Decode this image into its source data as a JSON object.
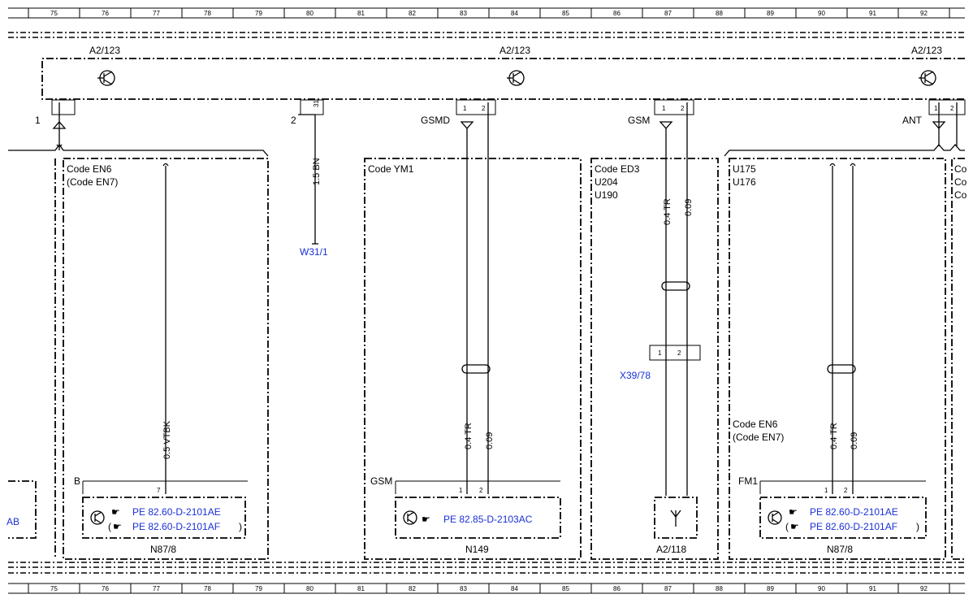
{
  "grid": [
    "75",
    "76",
    "77",
    "78",
    "79",
    "80",
    "81",
    "82",
    "83",
    "84",
    "85",
    "86",
    "87",
    "88",
    "89",
    "90",
    "91",
    "92"
  ],
  "top_module": {
    "label_left": "A2/123",
    "label_mid": "A2/123",
    "label_right": "A2/123"
  },
  "top_pins": {
    "pin_left_number": "1",
    "pin_mid_number": "2",
    "pin_31": "31",
    "gsmd": "GSMD",
    "gsm": "GSM",
    "ant": "ANT",
    "p1": "1",
    "p2": "2"
  },
  "box_left": {
    "code1": "Code EN6",
    "code2": "(Code EN7)",
    "wire": "0.5 VTBK",
    "pin": "7",
    "conn": "B",
    "link1": "PE 82.60-D-2101AE",
    "link2": "PE 82.60-D-2101AF",
    "paren_open": "(",
    "paren_close": ")",
    "name": "N87/8"
  },
  "ground": {
    "wire": "1.5 BN",
    "name": "W31/1"
  },
  "box_ym1": {
    "code": "Code YM1",
    "wire1": "0.4 TR",
    "wire2": "0.09",
    "pin1": "1",
    "pin2": "2",
    "conn": "GSM",
    "link": "PE 82.85-D-2103AC",
    "name": "N149"
  },
  "box_ed3": {
    "code1": "Code ED3",
    "code2": "U204",
    "code3": "U190",
    "wire1": "0.4 TR",
    "wire2": "0.09",
    "pin1": "1",
    "pin2": "2",
    "connector": "X39/78",
    "name": "A2/118"
  },
  "box_right": {
    "code1": "U175",
    "code2": "U176",
    "code3": "Code EN6",
    "code4": "(Code EN7)",
    "wire1": "0.4 TR",
    "wire2": "0.09",
    "pin1": "1",
    "pin2": "2",
    "conn": "FM1",
    "link1": "PE 82.60-D-2101AE",
    "link2": "PE 82.60-D-2101AF",
    "paren_open": "(",
    "paren_close": ")",
    "name": "N87/8"
  },
  "edge_left": {
    "fragment": "AB"
  },
  "edge_right": {
    "c1": "Co",
    "c2": "Co",
    "c3": "Co"
  }
}
